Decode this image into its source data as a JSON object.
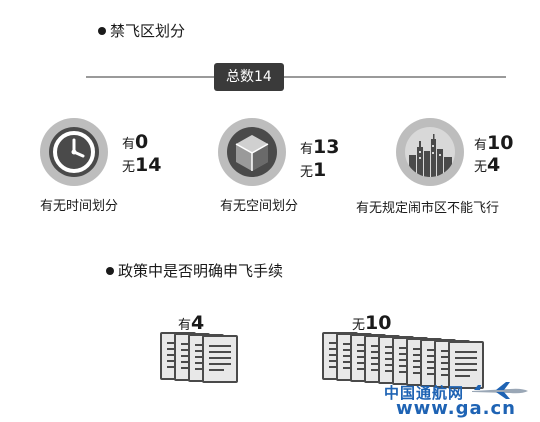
{
  "section1": {
    "title": "禁飞区划分",
    "total_label": "总数14",
    "items": [
      {
        "icon": "clock-icon",
        "has_label": "有",
        "has_value": "0",
        "no_label": "无",
        "no_value": "14",
        "caption": "有无时间划分"
      },
      {
        "icon": "space-cube-icon",
        "has_label": "有",
        "has_value": "13",
        "no_label": "无",
        "no_value": "1",
        "caption": "有无空间划分"
      },
      {
        "icon": "city-skyline-icon",
        "has_label": "有",
        "has_value": "10",
        "no_label": "无",
        "no_value": "4",
        "caption": "有无规定闹市区不能飞行"
      }
    ]
  },
  "section2": {
    "title": "政策中是否明确申飞手续",
    "has": {
      "label": "有",
      "value": "4",
      "count": 4
    },
    "no": {
      "label": "无",
      "value": "10",
      "count": 10
    }
  },
  "watermark": {
    "cn": "中国通航网",
    "url": "www.ga.cn",
    "icon": "airplane-icon",
    "color": "#1e63b4"
  }
}
